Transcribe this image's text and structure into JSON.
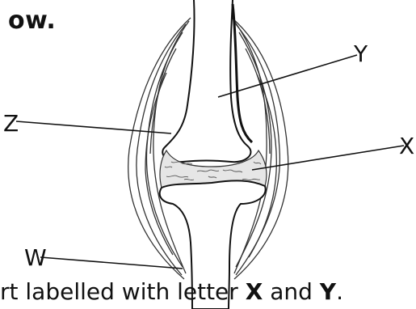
{
  "heading_fragment": "ow.",
  "diagram": {
    "labels": {
      "w": "W",
      "x": "X",
      "y": "Y",
      "z": "Z"
    }
  },
  "question_fragment": {
    "before": "rt labelled with letter ",
    "x": "X",
    "middle": " and ",
    "y": "Y",
    "end": "."
  }
}
